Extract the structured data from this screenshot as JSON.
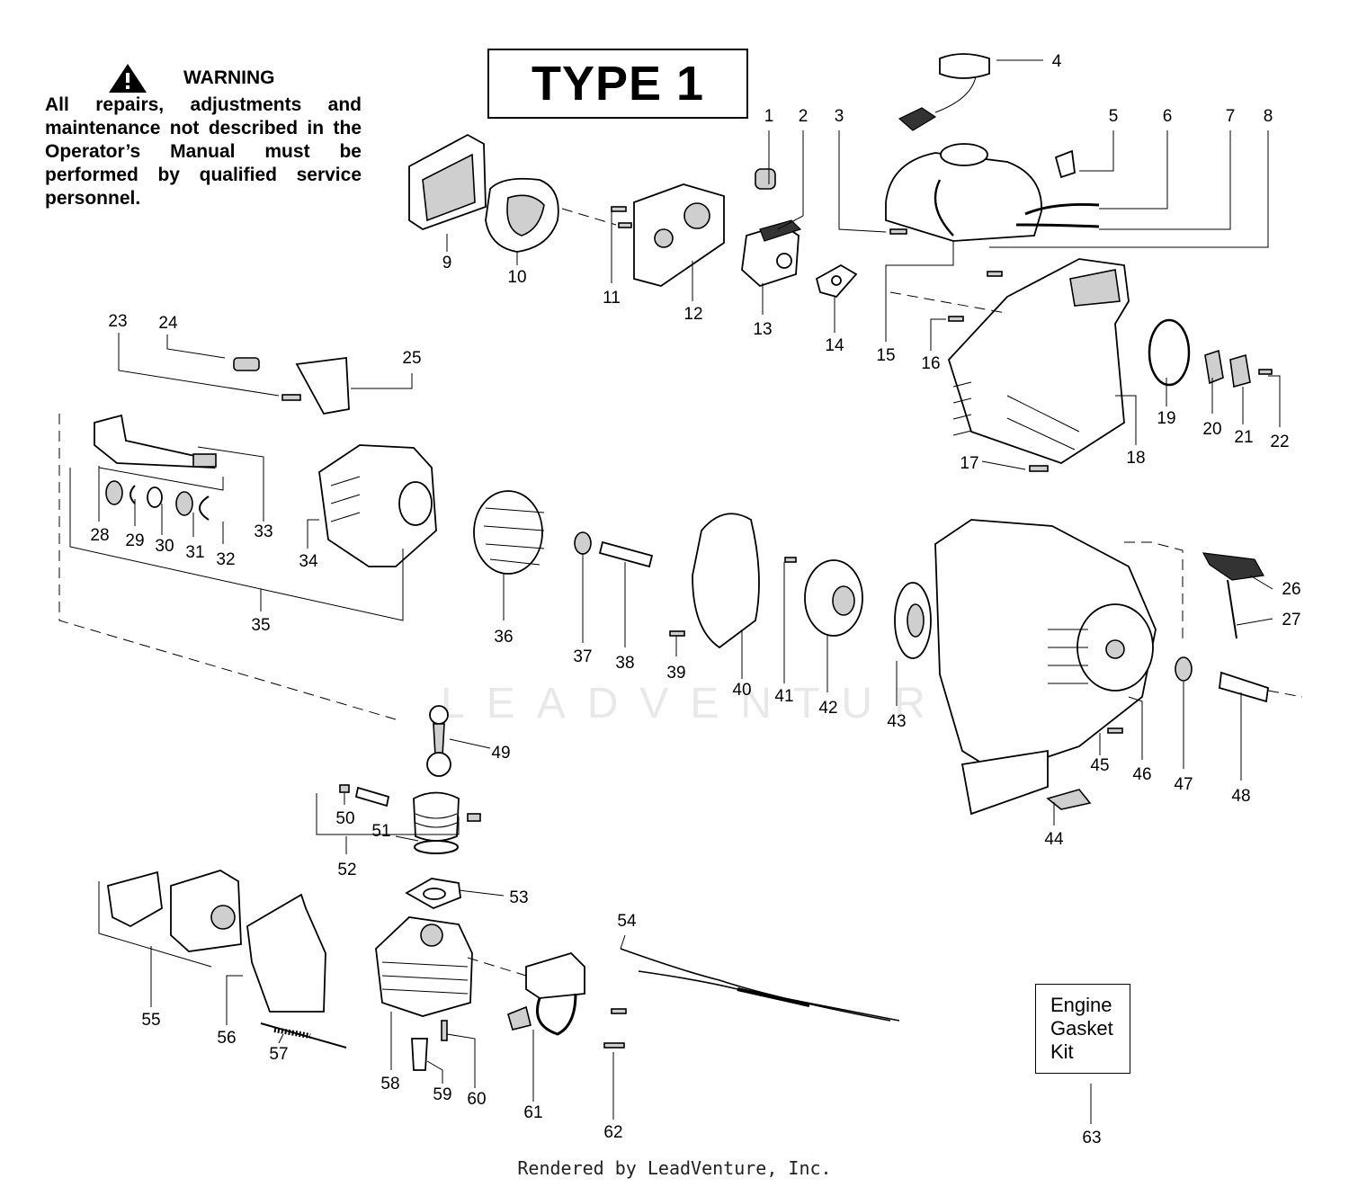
{
  "warning": {
    "title": "WARNING",
    "text": "All repairs, adjustments and maintenance not described in the Operator’s Manual must be performed by qualified service personnel."
  },
  "type_label": "TYPE 1",
  "watermark": "LEADVENTURE",
  "kit_box": {
    "lines": [
      "Engine",
      "Gasket",
      "Kit"
    ]
  },
  "footer": "Rendered by LeadVenture, Inc.",
  "parts": [
    {
      "number": "1"
    },
    {
      "number": "2"
    },
    {
      "number": "3"
    },
    {
      "number": "4"
    },
    {
      "number": "5"
    },
    {
      "number": "6"
    },
    {
      "number": "7"
    },
    {
      "number": "8"
    },
    {
      "number": "9"
    },
    {
      "number": "10"
    },
    {
      "number": "11"
    },
    {
      "number": "12"
    },
    {
      "number": "13"
    },
    {
      "number": "14"
    },
    {
      "number": "15"
    },
    {
      "number": "16"
    },
    {
      "number": "17"
    },
    {
      "number": "18"
    },
    {
      "number": "19"
    },
    {
      "number": "20"
    },
    {
      "number": "21"
    },
    {
      "number": "22"
    },
    {
      "number": "23"
    },
    {
      "number": "24"
    },
    {
      "number": "25"
    },
    {
      "number": "26"
    },
    {
      "number": "27"
    },
    {
      "number": "28"
    },
    {
      "number": "29"
    },
    {
      "number": "30"
    },
    {
      "number": "31"
    },
    {
      "number": "32"
    },
    {
      "number": "33"
    },
    {
      "number": "34"
    },
    {
      "number": "35"
    },
    {
      "number": "36"
    },
    {
      "number": "37"
    },
    {
      "number": "38"
    },
    {
      "number": "39"
    },
    {
      "number": "40"
    },
    {
      "number": "41"
    },
    {
      "number": "42"
    },
    {
      "number": "43"
    },
    {
      "number": "44"
    },
    {
      "number": "45"
    },
    {
      "number": "46"
    },
    {
      "number": "47"
    },
    {
      "number": "48"
    },
    {
      "number": "49"
    },
    {
      "number": "50"
    },
    {
      "number": "51"
    },
    {
      "number": "52"
    },
    {
      "number": "53"
    },
    {
      "number": "54"
    },
    {
      "number": "55"
    },
    {
      "number": "56"
    },
    {
      "number": "57"
    },
    {
      "number": "58"
    },
    {
      "number": "59"
    },
    {
      "number": "60"
    },
    {
      "number": "61"
    },
    {
      "number": "62"
    },
    {
      "number": "63"
    }
  ]
}
